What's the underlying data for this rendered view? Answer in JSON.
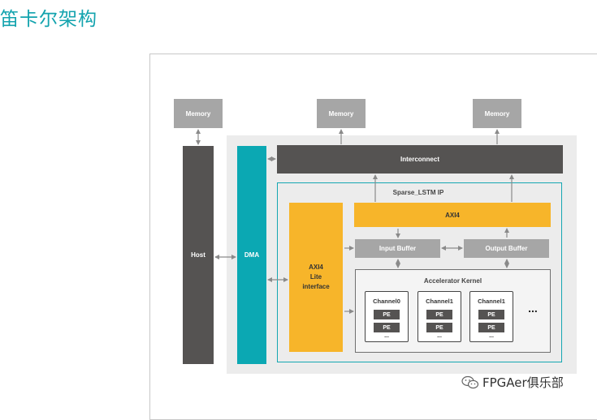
{
  "page": {
    "title": "笛卡尔架构"
  },
  "diagram": {
    "memory_left": "Memory",
    "memory_mid": "Memory",
    "memory_right": "Memory",
    "host": "Host",
    "dma": "DMA",
    "interconnect": "Interconnect",
    "ip_label": "Sparse_LSTM IP",
    "axi4": "AXI4",
    "axi4_lite_1": "AXI4",
    "axi4_lite_2": "Lite",
    "axi4_lite_3": "interface",
    "input_buffer": "Input Buffer",
    "output_buffer": "Output Buffer",
    "kernel_label": "Accelerator Kernel",
    "channels": [
      {
        "title": "Channel0",
        "pe1": "PE",
        "pe2": "PE",
        "dots": "..."
      },
      {
        "title": "Channel1",
        "pe1": "PE",
        "pe2": "PE",
        "dots": "..."
      },
      {
        "title": "Channel1",
        "pe1": "PE",
        "pe2": "PE",
        "dots": "..."
      }
    ],
    "more_channels": "..."
  },
  "watermark": {
    "text": "FPGAer俱乐部",
    "icon": "wechat-icon"
  },
  "colors": {
    "title": "#13a3ae",
    "teal": "#0ba8b3",
    "orange": "#f7b52a",
    "dark": "#555352",
    "buffer_gray": "#a6a6a6",
    "panel_gray": "#ececec"
  }
}
